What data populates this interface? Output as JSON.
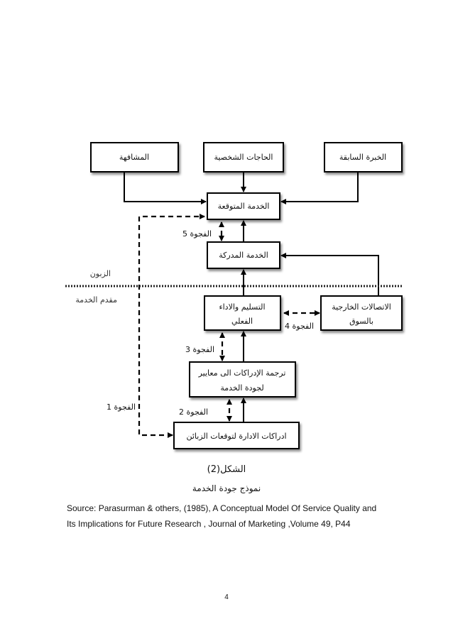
{
  "diagram": {
    "boxes": {
      "word_of_mouth": "المشافهة",
      "personal_needs": "الحاجات الشخصية",
      "past_experience": "الخبرة السابقة",
      "expected_service": "الخدمة المتوقعة",
      "perceived_service": "الخدمة المدركة",
      "service_delivery_1": "التسليم والاداء",
      "service_delivery_2": "الفعلي",
      "external_comm_1": "الاتصالات الخارجية",
      "external_comm_2": "بالسوق",
      "specs_1": "ترجمة الإدراكات الى معايير",
      "specs_2": "لجودة الخدمة",
      "mgmt_perceptions": "ادراكات الادارة لتوقعات الزبائن"
    },
    "gaps": {
      "gap1": "الفجوة 1",
      "gap2": "الفجوة 2",
      "gap3": "الفجوة 3",
      "gap4": "الفجوة 4",
      "gap5": "الفجوة 5"
    },
    "side_labels": {
      "customer": "الزبون",
      "provider": "مقدم الخدمة"
    }
  },
  "caption": {
    "figure": "الشكل(2)",
    "title": "نموذج جودة الخدمة"
  },
  "source": "Source: Parasurman & others, (1985), A Conceptual Model Of Service Quality and Its Implications for Future Research , Journal of Marketing ,Volume 49, P44",
  "page_number": "4"
}
